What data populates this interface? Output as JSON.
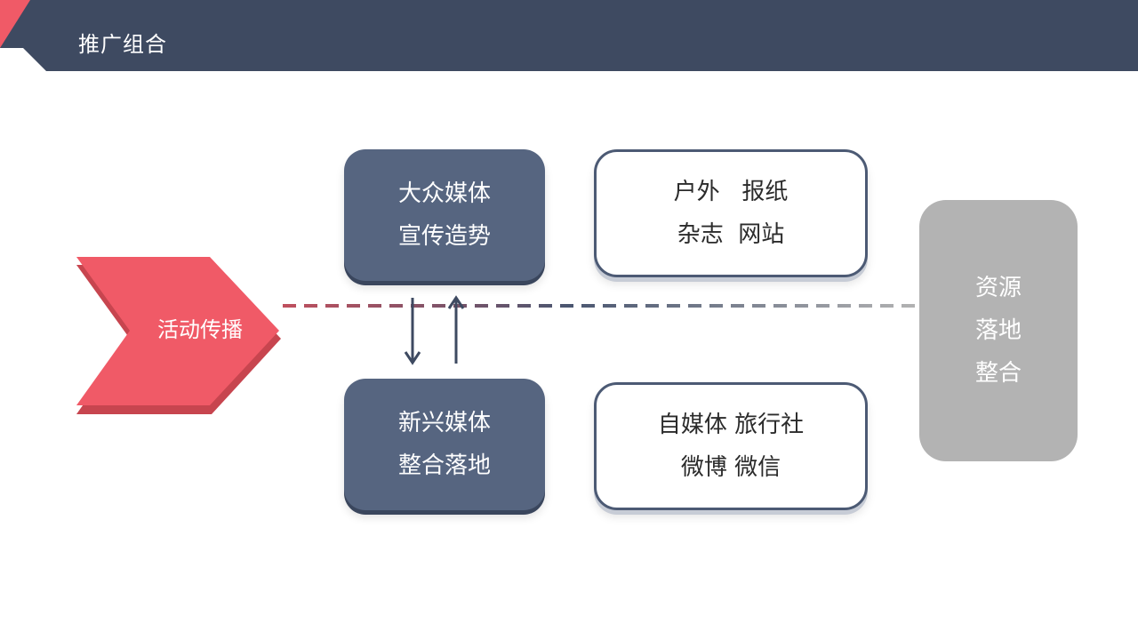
{
  "header": {
    "title": "推广组合"
  },
  "diagram": {
    "activity": {
      "label": "活动传播"
    },
    "mass_media": {
      "line1": "大众媒体",
      "line2": "宣传造势"
    },
    "new_media": {
      "line1": "新兴媒体",
      "line2": "整合落地"
    },
    "mass_channels": {
      "line1": "户外   报纸",
      "line2": "杂志  网站"
    },
    "new_channels": {
      "line1": "自媒体 旅行社",
      "line2": "微博 微信"
    },
    "resources": {
      "line1": "资源",
      "line2": "落地",
      "line3": "整合"
    }
  },
  "colors": {
    "header_bg": "#3e4a61",
    "accent_red": "#f05a67",
    "navy_box": "#566580",
    "resource_gray": "#b3b3b3"
  }
}
